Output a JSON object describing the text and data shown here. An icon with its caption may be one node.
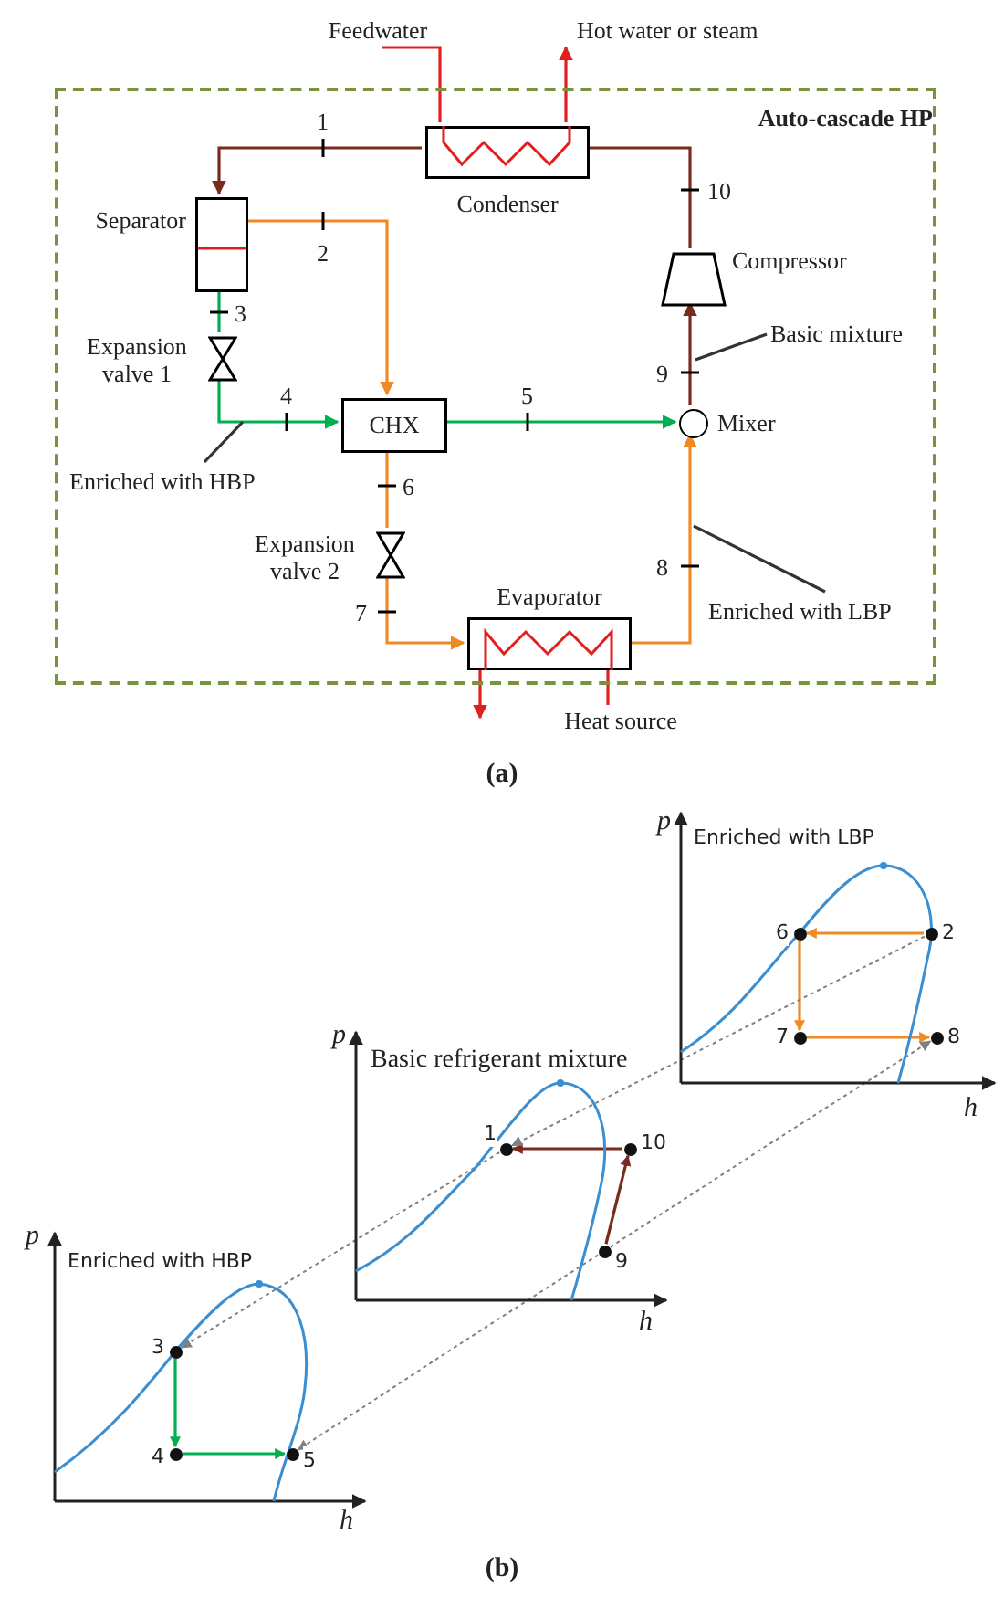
{
  "diagram": {
    "nodes": [
      {
        "text": [
          "Auto-cascade HP"
        ]
      },
      {
        "text": [
          "Condenser"
        ],
        "in": 0
      },
      {
        "text": [
          "Separator"
        ],
        "in": 0
      },
      {
        "text": [
          "Expansion valve 1"
        ],
        "in": 0
      },
      {
        "text": [
          "CHX"
        ],
        "in": 0
      },
      {
        "text": [
          "Mixer"
        ],
        "in": 0
      },
      {
        "text": [
          "Compressor"
        ],
        "in": 0
      },
      {
        "text": [
          "Expansion valve 2"
        ],
        "in": 0
      },
      {
        "text": [
          "Evaporator"
        ],
        "in": 0
      },
      {
        "text": [
          "Feedwater"
        ]
      },
      {
        "text": [
          "Hot water or steam"
        ]
      },
      {
        "text": [
          "Heat source"
        ]
      },
      {
        "text": [
          "Basic mixture"
        ],
        "in": 0
      },
      {
        "text": [
          "Enriched with HBP"
        ],
        "in": 0
      },
      {
        "text": [
          "Enriched with LBP"
        ],
        "in": 0
      },
      {
        "text": [],
        "shape": "circle",
        "beside": [
          "6"
        ]
      },
      {
        "text": [],
        "shape": "circle",
        "beside": [
          "2"
        ]
      },
      {
        "text": [],
        "shape": "circle",
        "beside": [
          "7"
        ]
      },
      {
        "text": [],
        "shape": "circle",
        "beside": [
          "8"
        ]
      },
      {
        "text": [],
        "shape": "circle",
        "beside": [
          "1"
        ]
      },
      {
        "text": [],
        "shape": "circle",
        "beside": [
          "10"
        ]
      },
      {
        "text": [],
        "shape": "circle",
        "beside": [
          "9"
        ]
      },
      {
        "text": [],
        "shape": "circle",
        "beside": [
          "3"
        ]
      },
      {
        "text": [],
        "shape": "circle",
        "beside": [
          "4"
        ]
      },
      {
        "text": [],
        "shape": "circle",
        "beside": [
          "5"
        ]
      }
    ],
    "edges": [
      {
        "from": 1,
        "to": 2,
        "arrow": "to",
        "label": "1",
        "color": "#7b2a1f"
      },
      {
        "from": 2,
        "to": 4,
        "arrow": "to",
        "label": "2",
        "color": "#f08a24"
      },
      {
        "from": 2,
        "to": 3,
        "arrow": "none",
        "label": "3",
        "color": "#00b050"
      },
      {
        "from": 3,
        "to": 4,
        "arrow": "to",
        "label": "4",
        "color": "#00b050"
      },
      {
        "from": 4,
        "to": 5,
        "arrow": "to",
        "label": "5",
        "color": "#00b050"
      },
      {
        "from": 4,
        "to": 7,
        "arrow": "none",
        "label": "6",
        "color": "#f08a24"
      },
      {
        "from": 7,
        "to": 8,
        "arrow": "to",
        "label": "7",
        "color": "#f08a24"
      },
      {
        "from": 8,
        "to": 5,
        "arrow": "to",
        "label": "8",
        "color": "#f08a24"
      },
      {
        "from": 5,
        "to": 6,
        "arrow": "to",
        "label": "9",
        "color": "#7b2a1f"
      },
      {
        "from": 6,
        "to": 1,
        "arrow": "none",
        "label": "10",
        "color": "#7b2a1f"
      },
      {
        "from": 9,
        "to": 1,
        "arrow": "none",
        "color": "#e02020"
      },
      {
        "from": 1,
        "to": 10,
        "arrow": "to",
        "color": "#e02020"
      },
      {
        "from": 11,
        "to": 8,
        "arrow": "none",
        "color": "#e02020"
      },
      {
        "from": 8,
        "to": null,
        "arrow": "to",
        "color": "#e02020"
      },
      {
        "from": 12,
        "to": null,
        "arrow": "none",
        "color": "#333333"
      },
      {
        "from": 13,
        "to": null,
        "arrow": "none",
        "color": "#333333"
      },
      {
        "from": 14,
        "to": null,
        "arrow": "none",
        "color": "#333333"
      },
      {
        "from": 16,
        "to": 15,
        "arrow": "to",
        "color": "#f08a24"
      },
      {
        "from": 15,
        "to": 17,
        "arrow": "to",
        "color": "#f08a24"
      },
      {
        "from": 17,
        "to": 18,
        "arrow": "to",
        "color": "#f08a24"
      },
      {
        "from": 20,
        "to": 19,
        "arrow": "to",
        "color": "#7b2a1f"
      },
      {
        "from": 21,
        "to": 20,
        "arrow": "to",
        "color": "#7b2a1f"
      },
      {
        "from": 22,
        "to": 23,
        "arrow": "to",
        "color": "#00b050"
      },
      {
        "from": 23,
        "to": 24,
        "arrow": "to",
        "color": "#00b050"
      },
      {
        "from": 16,
        "to": 19,
        "arrow": "to",
        "style": "dashed",
        "color": "#808080"
      },
      {
        "from": 19,
        "to": 22,
        "arrow": "to",
        "style": "dashed",
        "color": "#808080"
      },
      {
        "from": 21,
        "to": 18,
        "arrow": "to",
        "style": "dashed",
        "color": "#808080"
      },
      {
        "from": 21,
        "to": 24,
        "arrow": "to",
        "style": "dashed",
        "color": "#808080"
      }
    ],
    "labels": [
      "(a)",
      "p",
      "Enriched with LBP",
      "h",
      "p",
      "Basic refrigerant mixture",
      "h",
      "p",
      "Enriched with HBP",
      "h",
      "(b)"
    ]
  }
}
